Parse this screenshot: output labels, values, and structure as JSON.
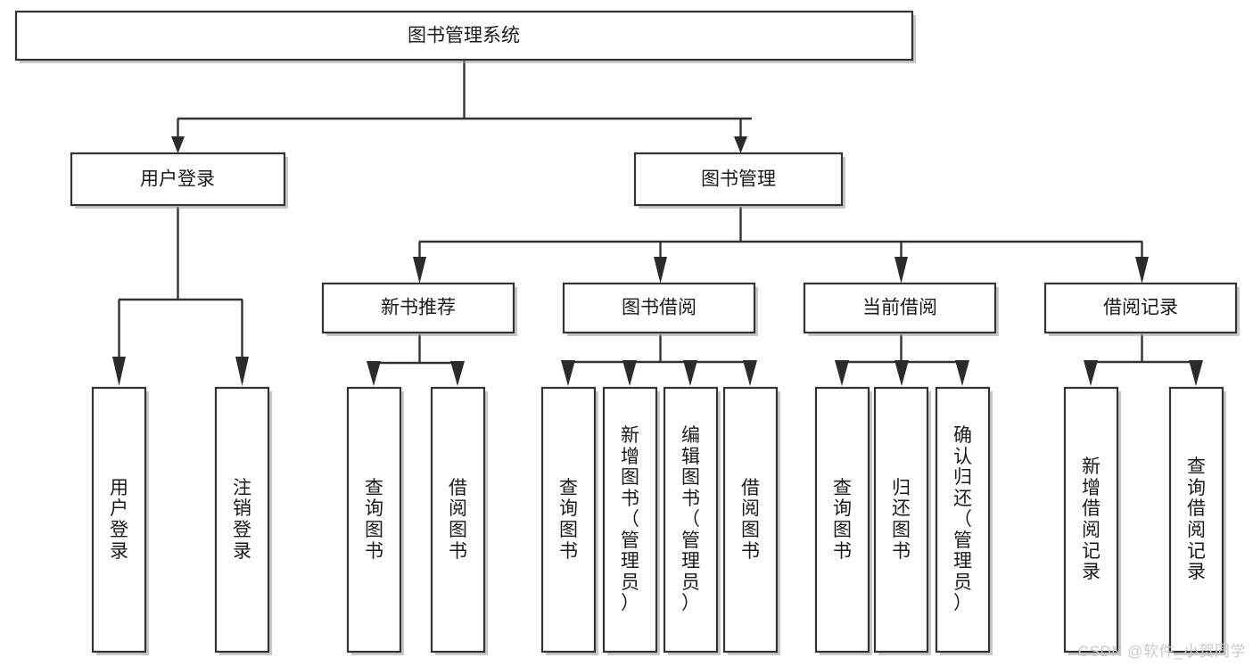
{
  "diagram": {
    "type": "tree-hierarchy",
    "title": "图书管理系统",
    "watermark": "CSDN @软件_小贺同学",
    "colors": {
      "box_fill": "#ffffff",
      "box_stroke": "#333333",
      "connector": "#333333",
      "text": "#1a1a1a",
      "watermark": "#c9c9c9",
      "background": "#ffffff"
    },
    "root": {
      "label": "图书管理系统",
      "id": "root"
    },
    "level2": [
      {
        "id": "user-login",
        "label": "用户登录"
      },
      {
        "id": "book-manage",
        "label": "图书管理"
      }
    ],
    "level3": [
      {
        "id": "new-book-recommend",
        "label": "新书推荐",
        "parent": "book-manage"
      },
      {
        "id": "book-borrow",
        "label": "图书借阅",
        "parent": "book-manage"
      },
      {
        "id": "current-borrow",
        "label": "当前借阅",
        "parent": "book-manage"
      },
      {
        "id": "borrow-record",
        "label": "借阅记录",
        "parent": "book-manage"
      }
    ],
    "leaves": [
      {
        "id": "leaf-user-login",
        "label": "用户登录",
        "parent": "user-login"
      },
      {
        "id": "leaf-logout",
        "label": "注销登录",
        "parent": "user-login"
      },
      {
        "id": "leaf-query-book-1",
        "label": "查询图书",
        "parent": "new-book-recommend"
      },
      {
        "id": "leaf-borrow-book-1",
        "label": "借阅图书",
        "parent": "new-book-recommend"
      },
      {
        "id": "leaf-query-book-2",
        "label": "查询图书",
        "parent": "book-borrow"
      },
      {
        "id": "leaf-add-book",
        "label": "新增图书（管理员）",
        "parent": "book-borrow"
      },
      {
        "id": "leaf-edit-book",
        "label": "编辑图书（管理员）",
        "parent": "book-borrow"
      },
      {
        "id": "leaf-borrow-book-2",
        "label": "借阅图书",
        "parent": "book-borrow"
      },
      {
        "id": "leaf-query-book-3",
        "label": "查询图书",
        "parent": "current-borrow"
      },
      {
        "id": "leaf-return-book",
        "label": "归还图书",
        "parent": "current-borrow"
      },
      {
        "id": "leaf-confirm-return",
        "label": "确认归还（管理员）",
        "parent": "current-borrow"
      },
      {
        "id": "leaf-add-record",
        "label": "新增借阅记录",
        "parent": "borrow-record"
      },
      {
        "id": "leaf-query-record",
        "label": "查询借阅记录",
        "parent": "borrow-record"
      }
    ]
  }
}
